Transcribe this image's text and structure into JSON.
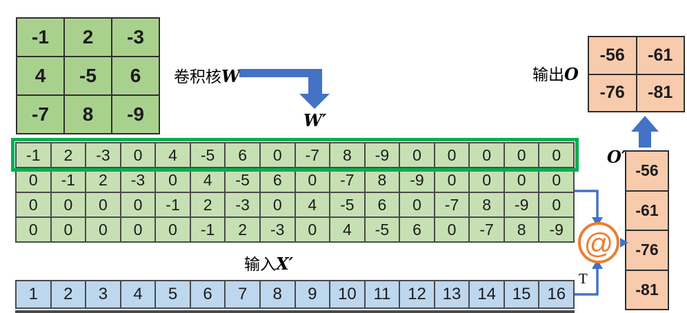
{
  "kernel": {
    "label_prefix": "卷积核",
    "label_var": "W",
    "cells": [
      [
        -1,
        2,
        -3
      ],
      [
        4,
        -5,
        6
      ],
      [
        -7,
        8,
        -9
      ]
    ]
  },
  "w_prime": {
    "label": "W′"
  },
  "toeplitz": {
    "highlighted_row_index": 0,
    "cells": [
      [
        -1,
        2,
        -3,
        0,
        4,
        -5,
        6,
        0,
        -7,
        8,
        -9,
        0,
        0,
        0,
        0,
        0
      ],
      [
        0,
        -1,
        2,
        -3,
        0,
        4,
        -5,
        6,
        0,
        -7,
        8,
        -9,
        0,
        0,
        0,
        0
      ],
      [
        0,
        0,
        0,
        0,
        -1,
        2,
        -3,
        0,
        4,
        -5,
        6,
        0,
        -7,
        8,
        -9,
        0
      ],
      [
        0,
        0,
        0,
        0,
        0,
        -1,
        2,
        -3,
        0,
        4,
        -5,
        6,
        0,
        -7,
        8,
        -9
      ]
    ]
  },
  "input": {
    "label_prefix": "输入",
    "label_var": "X′",
    "transpose": "T",
    "cells": [
      1,
      2,
      3,
      4,
      5,
      6,
      7,
      8,
      9,
      10,
      11,
      12,
      13,
      14,
      15,
      16
    ]
  },
  "matmul": {
    "symbol": "@"
  },
  "o_prime": {
    "label": "O′",
    "cells": [
      -56,
      -61,
      -76,
      -81
    ]
  },
  "output": {
    "label_prefix": "输出",
    "label_var": "O",
    "cells": [
      [
        -56,
        -61
      ],
      [
        -76,
        -81
      ]
    ]
  },
  "colors": {
    "kernel_green": "#a9d18e",
    "light_green": "#c6e0b4",
    "highlight_green": "#00b050",
    "blue_cell": "#bdd7ee",
    "orange_cell": "#f8cbad",
    "arrow_blue": "#4472c4",
    "at_orange": "#ed7d31"
  }
}
